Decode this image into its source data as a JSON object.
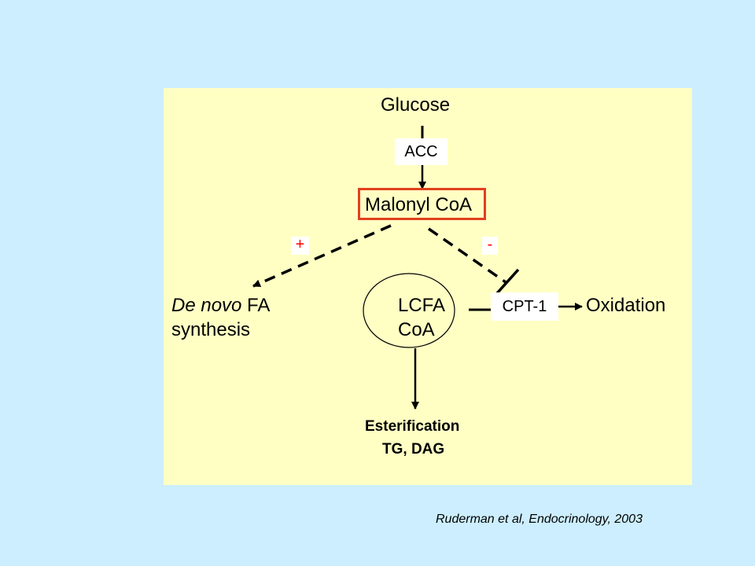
{
  "nodes": {
    "glucose": "Glucose",
    "acc": "ACC",
    "malonyl_coa": "Malonyl CoA",
    "plus_sign": "+",
    "minus_sign": "-",
    "denovo_italic": "De novo",
    "denovo_rest": " FA",
    "synthesis": "synthesis",
    "lcfa": "LCFA",
    "coa": "CoA",
    "cpt1": "CPT-1",
    "oxidation": "Oxidation",
    "esterification": "Esterification",
    "tg_dag": "TG, DAG"
  },
  "citation": "Ruderman et al, Endocrinology, 2003",
  "colors": {
    "background": "#cceeff",
    "panel": "#ffffc4",
    "highlight_border": "#e2401c",
    "sign_color": "#ff0000"
  }
}
